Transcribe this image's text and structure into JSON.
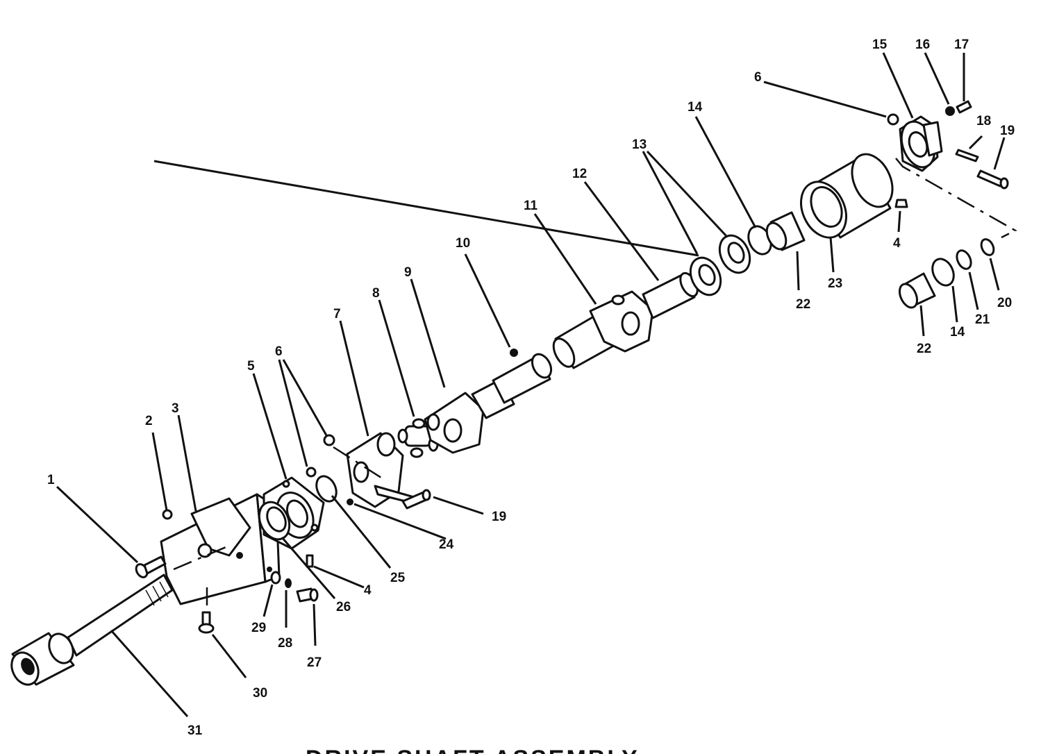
{
  "title": "DRIVE SHAFT ASSEMBLY",
  "callouts": {
    "c1": "1",
    "c2": "2",
    "c3": "3",
    "c4a": "4",
    "c4b": "4",
    "c5": "5",
    "c6a": "6",
    "c6b": "6",
    "c7": "7",
    "c8": "8",
    "c9": "9",
    "c10": "10",
    "c11": "11",
    "c12": "12",
    "c13": "13",
    "c14a": "14",
    "c14b": "14",
    "c15": "15",
    "c16": "16",
    "c17": "17",
    "c18": "18",
    "c19a": "19",
    "c19b": "19",
    "c20": "20",
    "c21": "21",
    "c22a": "22",
    "c22b": "22",
    "c23": "23",
    "c24": "24",
    "c25": "25",
    "c26": "26",
    "c27": "27",
    "c28": "28",
    "c29": "29",
    "c30": "30",
    "c31": "31"
  }
}
